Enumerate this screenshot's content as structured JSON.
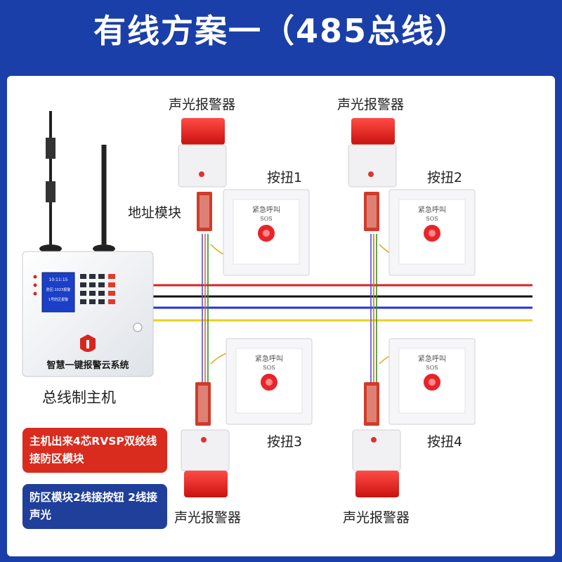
{
  "title": "有线方案一（485总线）",
  "host": {
    "label": "总线制主机",
    "brand": "智慧一键报警云系统",
    "screen_line1": "10:11:15",
    "screen_line2": "防区:1023报警",
    "screen_line3": "1号防区报警"
  },
  "address_module": {
    "label": "地址模块"
  },
  "alarms": [
    {
      "label": "声光报警器"
    },
    {
      "label": "声光报警器"
    },
    {
      "label": "声光报警器"
    },
    {
      "label": "声光报警器"
    }
  ],
  "buttons": [
    {
      "label": "按扭1"
    },
    {
      "label": "按扭2"
    },
    {
      "label": "按扭3"
    },
    {
      "label": "按扭4"
    }
  ],
  "button_face": {
    "text_top": "紧急呼叫",
    "text_sos": "SOS"
  },
  "notes": [
    {
      "text": "主机出来4芯RVSP双绞线接防区模块",
      "color": "#d92b1e"
    },
    {
      "text": "防区模块2线接按钮 2线接声光",
      "color": "#1f3f9a"
    }
  ],
  "wire_colors": [
    "#e02020",
    "#111111",
    "#2233dd",
    "#e8d21a"
  ],
  "accent": "#e8242b"
}
